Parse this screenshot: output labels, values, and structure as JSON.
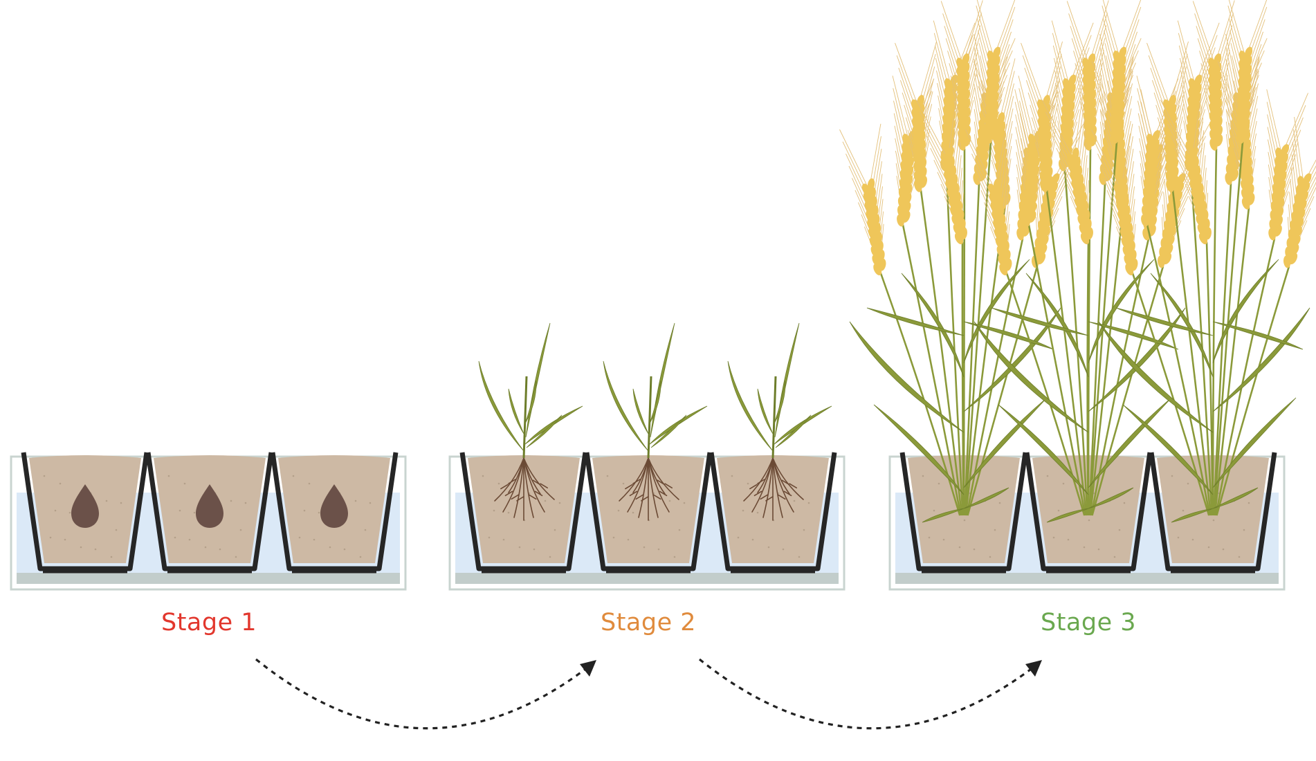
{
  "stages": [
    {
      "label": "Stage 1",
      "color": "#e2372d",
      "content": "seed"
    },
    {
      "label": "Stage 2",
      "color": "#e08b3d",
      "content": "seedling"
    },
    {
      "label": "Stage 3",
      "color": "#6aa84f",
      "content": "mature-barley"
    }
  ],
  "colors": {
    "soil": "#cdb9a4",
    "soil_speck": "#b39f8a",
    "water": "#dbe9f7",
    "tray_frame": "#c9d4d0",
    "pot_outline": "#262626",
    "seed": "#6b5149",
    "root": "#6b4a35",
    "leaf": "#8b9a3a",
    "leaf_dark": "#6d7d2a",
    "spike": "#efc65a",
    "awn": "#e3c07a",
    "arrow": "#222222"
  }
}
